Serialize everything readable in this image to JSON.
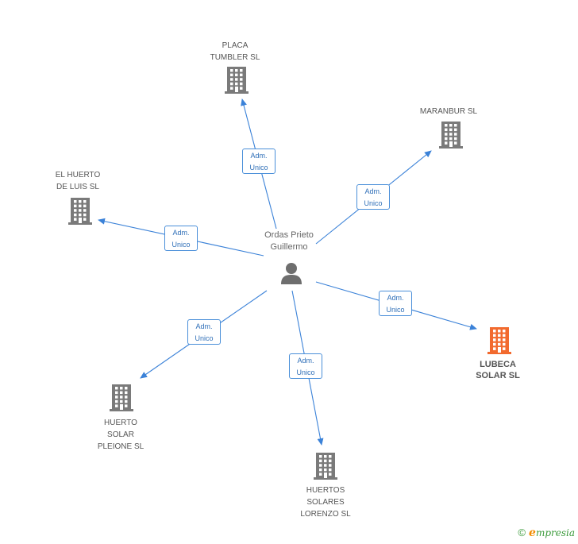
{
  "center": {
    "name": "Ordas Prieto\nGuillermo",
    "icon": "person-icon"
  },
  "edge_label": "Adm.\nUnico",
  "nodes": [
    {
      "id": "placa",
      "name": "PLACA\nTUMBLER SL",
      "icon": "building-icon",
      "highlight": false
    },
    {
      "id": "maranbur",
      "name": "MARANBUR SL",
      "icon": "building-icon",
      "highlight": false
    },
    {
      "id": "huerto-luis",
      "name": "EL HUERTO\nDE LUIS SL",
      "icon": "building-icon",
      "highlight": false
    },
    {
      "id": "lubeca",
      "name": "LUBECA\nSOLAR SL",
      "icon": "building-icon",
      "highlight": true
    },
    {
      "id": "pleione",
      "name": "HUERTO\nSOLAR\nPLEIONE SL",
      "icon": "building-icon",
      "highlight": false
    },
    {
      "id": "lorenzo",
      "name": "HUERTOS\nSOLARES\nLORENZO SL",
      "icon": "building-icon",
      "highlight": false
    }
  ],
  "colors": {
    "edge": "#3b82d8",
    "building": "#7a7a7a",
    "highlight": "#f26a2e",
    "person": "#6e6e6e"
  },
  "footer": {
    "copyright": "©",
    "brand_initial": "e",
    "brand_rest": "mpresia"
  }
}
